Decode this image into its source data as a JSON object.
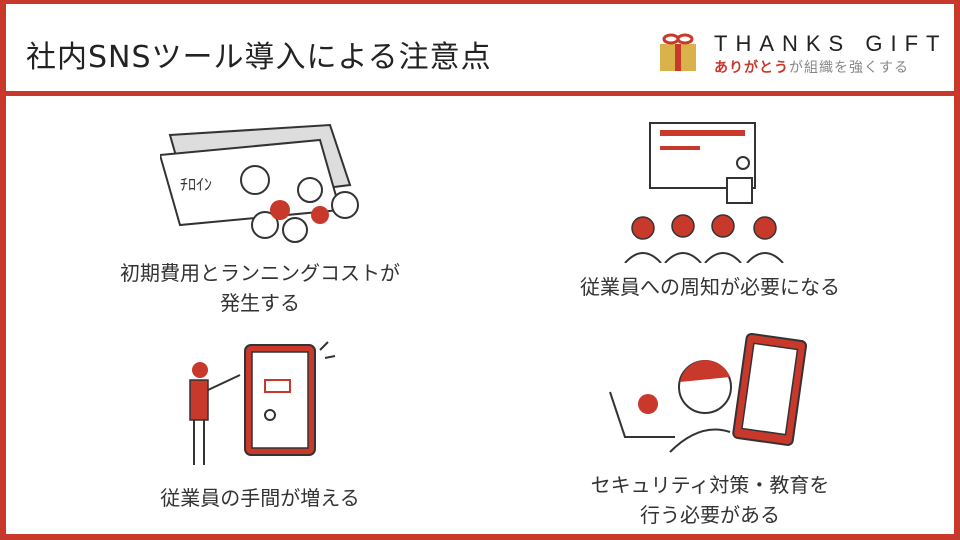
{
  "title": "社内SNSツール導入による注意点",
  "logo": {
    "brand": "THANKS GIFT",
    "tagline_red": "ありがとう",
    "tagline_gray": "が組織を強くする"
  },
  "items": [
    {
      "line1": "初期費用とランニングコストが",
      "line2": "発生する"
    },
    {
      "line1": "従業員への周知が必要になる"
    },
    {
      "line1": "従業員の手間が増える"
    },
    {
      "line1": "セキュリティ対策・教育を",
      "line2": "行う必要がある"
    }
  ],
  "colors": {
    "accent": "#c8382b",
    "gold": "#d9b24c"
  }
}
